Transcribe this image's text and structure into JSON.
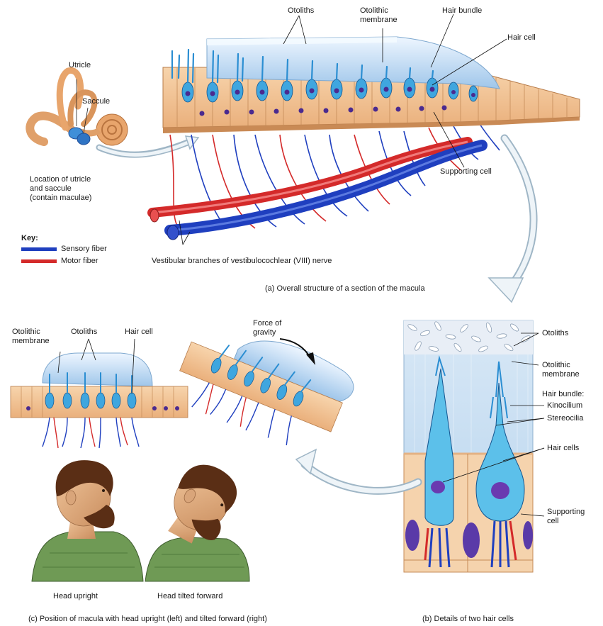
{
  "colors": {
    "sensory": "#1f3fbf",
    "motor": "#d42a2a",
    "cell_blue": "#3fa6df",
    "tissue": "#f2c79a",
    "membrane": "#cfe3f5",
    "bone": "#e6a86a"
  },
  "top": {
    "utricle": "Utricle",
    "saccule": "Saccule",
    "location_note": "Location of utricle\nand saccule\n(contain maculae)",
    "otoliths": "Otoliths",
    "otolithic_membrane": "Otolithic\nmembrane",
    "hair_bundle": "Hair bundle",
    "hair_cell": "Hair cell",
    "supporting_cell": "Supporting cell",
    "nerve": "Vestibular branches of vestibulocochlear (VIII) nerve",
    "caption_a": "(a) Overall structure of a section of the macula"
  },
  "key": {
    "title": "Key:",
    "sensory": "Sensory fiber",
    "motor": "Motor fiber"
  },
  "panel_c": {
    "otolithic_membrane": "Otolithic\nmembrane",
    "otoliths": "Otoliths",
    "hair_cell": "Hair cell",
    "force": "Force of\ngravity",
    "head_upright": "Head upright",
    "head_tilted": "Head tilted forward",
    "caption_c": "(c) Position of macula with head upright (left) and tilted forward (right)"
  },
  "panel_b": {
    "otoliths": "Otoliths",
    "otolithic_membrane": "Otolithic\nmembrane",
    "hair_bundle": "Hair bundle:",
    "kinocilium": "Kinocilium",
    "stereocilia": "Stereocilia",
    "hair_cells": "Hair cells",
    "supporting_cell": "Supporting\ncell",
    "caption_b": "(b) Details of two hair cells"
  }
}
